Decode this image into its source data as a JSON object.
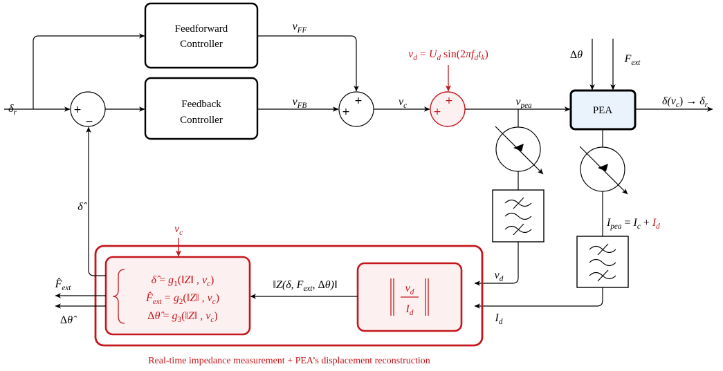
{
  "colors": {
    "accent": "#c4161c",
    "pea_fill": "#eaf2fb",
    "highlight_fill": "#fcf0f0"
  },
  "blocks": {
    "feedforward": {
      "line1": "Feedforward",
      "line2": "Controller"
    },
    "feedback": {
      "line1": "Feedback",
      "line2": "Controller"
    },
    "pea": {
      "label": "PEA"
    }
  },
  "junctions": {
    "sum1": {
      "left": "+",
      "bottom": "−"
    },
    "sum2": {
      "top": "+",
      "left": "+"
    },
    "sum3": {
      "top": "+",
      "left": "+"
    }
  },
  "signals": {
    "reference": [
      {
        "t": "δ"
      },
      {
        "t": "r",
        "sub": true
      }
    ],
    "v_ff": [
      {
        "t": "v"
      },
      {
        "t": "FF",
        "sub": true
      }
    ],
    "v_fb": [
      {
        "t": "v"
      },
      {
        "t": "FB",
        "sub": true
      }
    ],
    "v_c": [
      {
        "t": "v"
      },
      {
        "t": "c",
        "sub": true
      }
    ],
    "v_pea": [
      {
        "t": "v"
      },
      {
        "t": "pea",
        "sub": true
      }
    ],
    "dither": [
      {
        "t": "v"
      },
      {
        "t": "d",
        "sub": true
      },
      {
        "t": " = ",
        "up": true
      },
      {
        "t": "U"
      },
      {
        "t": "d",
        "sub": true
      },
      {
        "t": " sin(2",
        "up": true
      },
      {
        "t": "π"
      },
      {
        "t": "f"
      },
      {
        "t": "d",
        "sub": true
      },
      {
        "t": "t"
      },
      {
        "t": "k",
        "sub": true
      },
      {
        "t": ")",
        "up": true
      }
    ],
    "delta_theta": [
      {
        "t": "Δ",
        "up": true
      },
      {
        "t": "θ"
      }
    ],
    "f_ext": [
      {
        "t": "F"
      },
      {
        "t": "ext",
        "sub": true
      }
    ],
    "output": [
      {
        "t": "δ("
      },
      {
        "t": "v"
      },
      {
        "t": "c",
        "sub": true
      },
      {
        "t": ") → ",
        "up": true
      },
      {
        "t": "δ"
      },
      {
        "t": "r",
        "sub": true
      }
    ],
    "delta_hat": [
      {
        "t": "δ̂"
      }
    ],
    "v_d": [
      {
        "t": "v"
      },
      {
        "t": "d",
        "sub": true
      }
    ],
    "i_d": [
      {
        "t": "I"
      },
      {
        "t": "d",
        "sub": true
      }
    ],
    "i_pea": [
      {
        "t": "I"
      },
      {
        "t": "pea",
        "sub": true
      },
      {
        "t": " = ",
        "up": true
      },
      {
        "t": "I"
      },
      {
        "t": "c",
        "sub": true
      },
      {
        "t": " + ",
        "up": true
      },
      {
        "t": "I",
        "red": true
      },
      {
        "t": "d",
        "sub": true,
        "red": true
      }
    ],
    "v_c_in": [
      {
        "t": "v"
      },
      {
        "t": "c",
        "sub": true
      }
    ],
    "impedance": [
      {
        "t": "‖",
        "up": true
      },
      {
        "t": "Z(δ, F"
      },
      {
        "t": "ext",
        "sub": true
      },
      {
        "t": ", ",
        "up": true
      },
      {
        "t": "Δ",
        "up": true
      },
      {
        "t": "θ)"
      },
      {
        "t": "‖",
        "up": true
      }
    ],
    "ratio_num": [
      {
        "t": "v"
      },
      {
        "t": "d",
        "sub": true
      }
    ],
    "ratio_den": [
      {
        "t": "I"
      },
      {
        "t": "d",
        "sub": true
      }
    ],
    "f_ext_hat": [
      {
        "t": "F̂"
      },
      {
        "t": "ext",
        "sub": true
      }
    ],
    "delta_theta_hat": [
      {
        "t": "Δ",
        "up": true
      },
      {
        "t": "θ̂"
      }
    ]
  },
  "reconstruction": {
    "equations": [
      [
        {
          "t": "δ̂"
        },
        {
          "t": " = ",
          "up": true
        },
        {
          "t": "g"
        },
        {
          "t": "1",
          "sub": true,
          "up": true
        },
        {
          "t": "(‖",
          "up": true
        },
        {
          "t": "Z"
        },
        {
          "t": "‖ , ",
          "up": true
        },
        {
          "t": "v"
        },
        {
          "t": "c",
          "sub": true
        },
        {
          "t": ")",
          "up": true
        }
      ],
      [
        {
          "t": "F̂"
        },
        {
          "t": "ext",
          "sub": true
        },
        {
          "t": " = ",
          "up": true
        },
        {
          "t": "g"
        },
        {
          "t": "2",
          "sub": true,
          "up": true
        },
        {
          "t": "(‖",
          "up": true
        },
        {
          "t": "Z"
        },
        {
          "t": "‖ , ",
          "up": true
        },
        {
          "t": "v"
        },
        {
          "t": "c",
          "sub": true
        },
        {
          "t": ")",
          "up": true
        }
      ],
      [
        {
          "t": "Δ",
          "up": true
        },
        {
          "t": "θ̂"
        },
        {
          "t": " = ",
          "up": true
        },
        {
          "t": "g"
        },
        {
          "t": "3",
          "sub": true,
          "up": true
        },
        {
          "t": "(‖",
          "up": true
        },
        {
          "t": "Z"
        },
        {
          "t": "‖ , ",
          "up": true
        },
        {
          "t": "v"
        },
        {
          "t": "c",
          "sub": true
        },
        {
          "t": ")",
          "up": true
        }
      ]
    ],
    "caption": "Real-time impedance measurement + PEA’s displacement reconstruction"
  }
}
